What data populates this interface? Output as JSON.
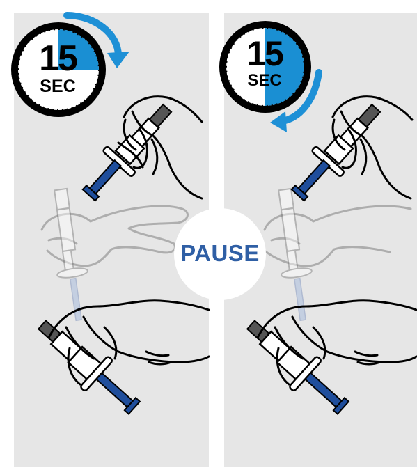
{
  "left_panel": {
    "timer": {
      "number": "15",
      "unit": "SEC",
      "arrow_direction": "clockwise"
    }
  },
  "right_panel": {
    "timer": {
      "number": "15",
      "unit": "SEC",
      "arrow_direction": "clockwise"
    }
  },
  "pause_badge": {
    "label": "PAUSE"
  },
  "colors": {
    "panel_background": "#e6e6e6",
    "timer_blue": "#1a8fd3",
    "arrow_blue": "#1e90d6",
    "syringe_blue": "#1f4e9c",
    "pause_text": "#2f5fa5",
    "outline": "#000000"
  },
  "icons": [
    "stopwatch-icon",
    "rotation-arrow-icon",
    "syringe-icon",
    "hand-icon"
  ]
}
